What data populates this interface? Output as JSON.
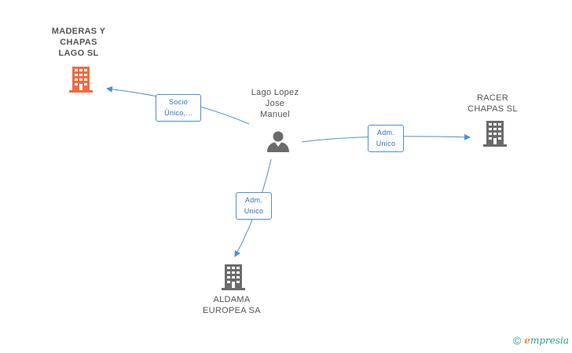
{
  "colors": {
    "edge": "#4a90d9",
    "main_building": "#f26a3d",
    "building": "#6b6b6b",
    "person": "#6b6b6b",
    "label_text": "#555555"
  },
  "nodes": {
    "maderas": {
      "label_lines": [
        "MADERAS Y",
        "CHAPAS",
        "LAGO SL"
      ],
      "icon": "building-icon"
    },
    "person": {
      "label_lines": [
        "Lago Lopez",
        "Jose",
        "Manuel"
      ],
      "icon": "person-icon"
    },
    "racer": {
      "label_lines": [
        "RACER",
        "CHAPAS SL"
      ],
      "icon": "building-icon"
    },
    "aldama": {
      "label_lines": [
        "ALDAMA",
        "EUROPEA SA"
      ],
      "icon": "building-icon"
    }
  },
  "edges": {
    "to_maderas": {
      "label_lines": [
        "Socio",
        "Único,..."
      ]
    },
    "to_racer": {
      "label_lines": [
        "Adm.",
        "Unico"
      ]
    },
    "to_aldama": {
      "label_lines": [
        "Adm.",
        "Unico"
      ]
    }
  },
  "watermark": {
    "symbol": "©",
    "brand_first": "e",
    "brand_rest": "mpresia"
  }
}
